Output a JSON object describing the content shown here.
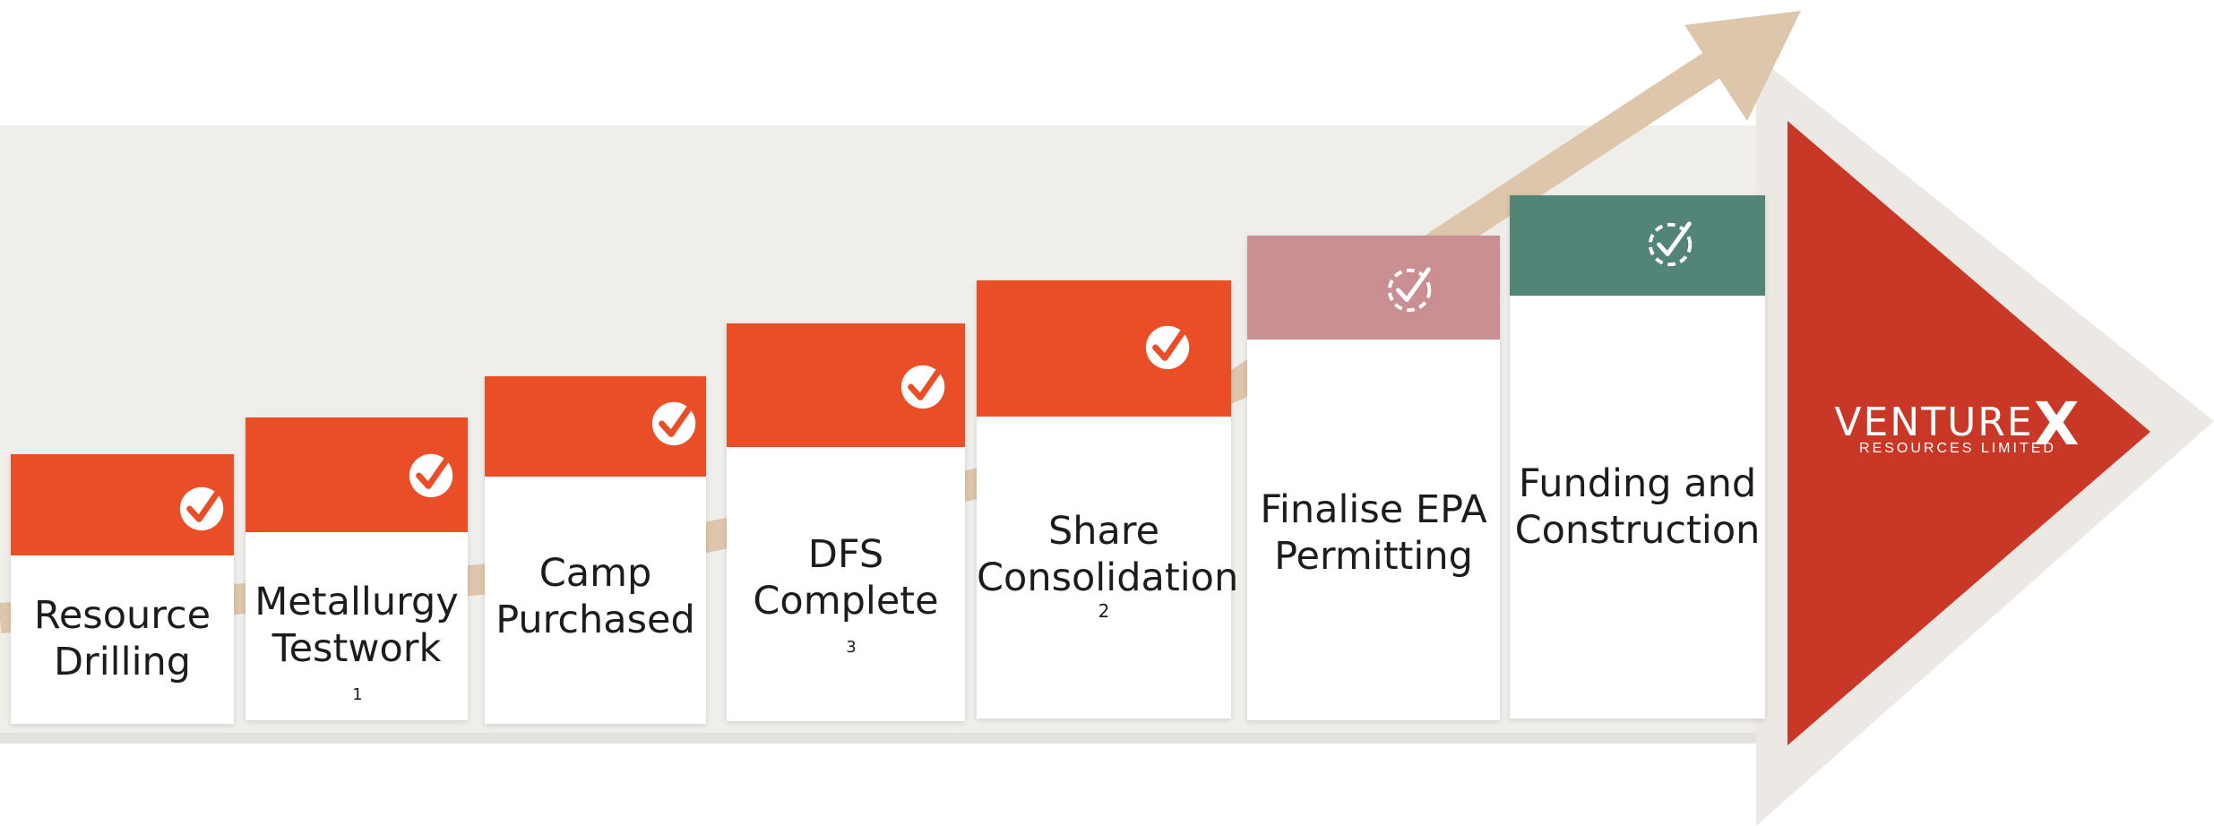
{
  "colors": {
    "done_band": "#e94e26",
    "epa_band": "#c98f93",
    "funding_band": "#528478",
    "arrow_head": "#c93727",
    "panel": "#f0eeeb",
    "trend": "#ddc6ab"
  },
  "steps": [
    {
      "label_line1": "Resource",
      "label_line2": "Drilling",
      "footnote": "",
      "status_icon": "check-circle-icon"
    },
    {
      "label_line1": "Metallurgy",
      "label_line2": "Testwork",
      "footnote": "1",
      "status_icon": "check-circle-icon"
    },
    {
      "label_line1": "Camp",
      "label_line2": "Purchased",
      "footnote": "",
      "status_icon": "check-circle-icon"
    },
    {
      "label_line1": "DFS",
      "label_line2": "Complete",
      "footnote": "3",
      "status_icon": "check-circle-icon"
    },
    {
      "label_line1": "Share",
      "label_line2": "Consolidation",
      "footnote": "2",
      "status_icon": "check-circle-icon"
    },
    {
      "label_line1": "Finalise EPA",
      "label_line2": "Permitting",
      "footnote": "",
      "status_icon": "dashed-check-icon"
    },
    {
      "label_line1": "Funding and",
      "label_line2": "Construction",
      "footnote": "",
      "status_icon": "dashed-check-icon"
    }
  ],
  "logo": {
    "main_text": "VENTURE",
    "x_text": "X",
    "sub_text": "RESOURCES LIMITED"
  }
}
